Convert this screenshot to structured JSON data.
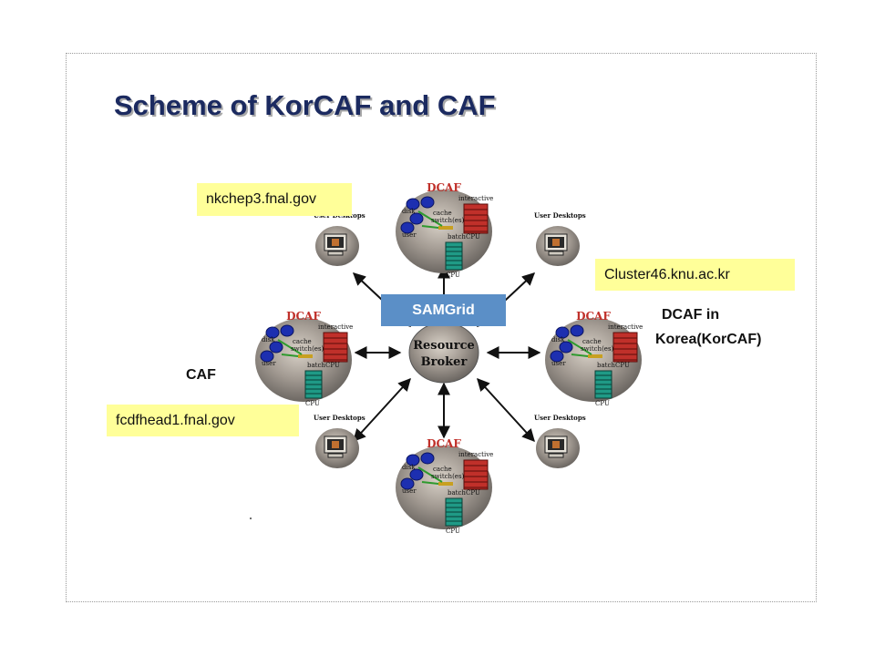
{
  "title": "Scheme of KorCAF and CAF",
  "labels": {
    "nkchep3": "nkchep3.fnal.gov",
    "cluster46": "Cluster46.knu.ac.kr",
    "fcdfhead1": "fcdfhead1.fnal.gov",
    "samgrid": "SAMGrid",
    "dcaf_in": "DCAF in",
    "korea": "Korea(KorCAF)",
    "caf": "CAF"
  },
  "diagram": {
    "node_title": "DCAF",
    "broker_line1": "Resource",
    "broker_line2": "Broker",
    "desktop_label": "User Desktops",
    "inner_labels": [
      "interactive",
      "cache",
      "disk",
      "switch(es)",
      "user",
      "batch",
      "CPU"
    ]
  },
  "colors": {
    "title": "#1b2a60",
    "label_bg": "#ffff99",
    "samgrid_bg": "#5b8fc7",
    "dcaf_red": "#c0302a"
  }
}
